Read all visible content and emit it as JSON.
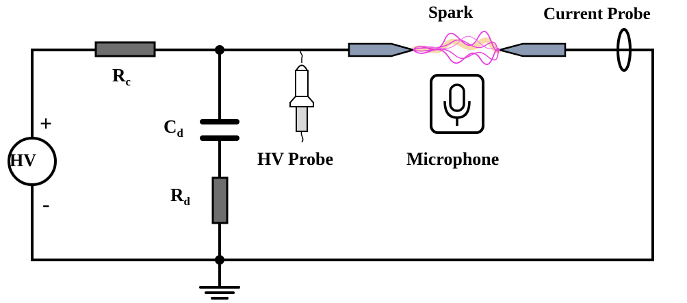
{
  "labels": {
    "spark": "Spark",
    "current_probe": "Current Probe",
    "rc_main": "R",
    "rc_sub": "c",
    "cd_main": "C",
    "cd_sub": "d",
    "rd_main": "R",
    "rd_sub": "d",
    "hv_probe": "HV Probe",
    "microphone": "Microphone",
    "plus": "+",
    "minus": "-",
    "hv_source": "HV"
  },
  "icons": {
    "microphone": "microphone-icon",
    "hv_probe": "hv-probe-icon",
    "current_probe": "current-probe-icon",
    "ground": "ground-icon"
  },
  "colors": {
    "wire": "#000000",
    "resistor": "#6e6e6e",
    "electrode": "#8a9bb3",
    "spark": "#e83ee0",
    "spark_core": "#f4d59a"
  }
}
